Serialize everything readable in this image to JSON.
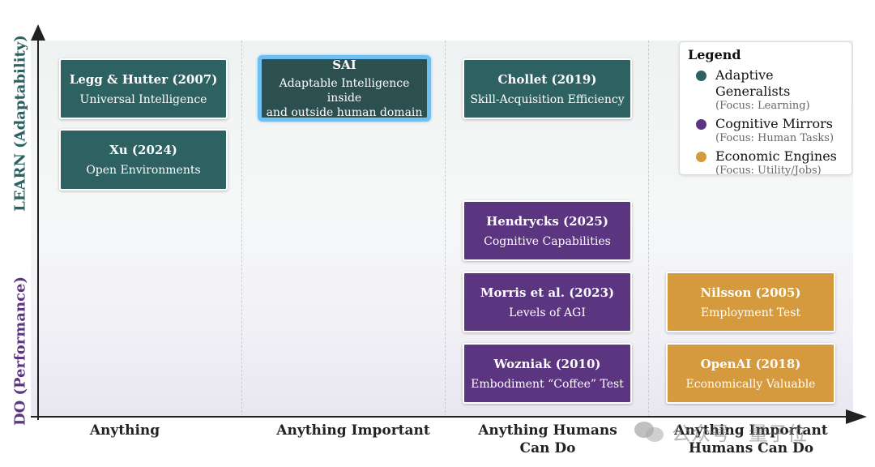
{
  "axes": {
    "y_top_label": "LEARN (Adaptability)",
    "y_bottom_label": "DO (Performance)",
    "y_top_color": "#2e6262",
    "y_bottom_color": "#5b3580",
    "x_categories": [
      {
        "line1": "Anything",
        "line2": ""
      },
      {
        "line1": "Anything Important",
        "line2": ""
      },
      {
        "line1": "Anything Humans",
        "line2": "Can Do"
      },
      {
        "line1": "Anything Important",
        "line2": "Humans Can Do"
      }
    ]
  },
  "boxes": [
    {
      "title": "Legg & Hutter (2007)",
      "subtitle": "Universal Intelligence",
      "category": "Adaptive Generalists",
      "column": "Anything",
      "row": "LEARN"
    },
    {
      "title": "Xu (2024)",
      "subtitle": "Open Environments",
      "category": "Adaptive Generalists",
      "column": "Anything",
      "row": "LEARN"
    },
    {
      "title": "SAI",
      "subtitle_line1": "Adaptable Intelligence inside",
      "subtitle_line2": "and outside human domain",
      "category": "Highlighted",
      "column": "Anything Important",
      "row": "LEARN"
    },
    {
      "title": "Chollet (2019)",
      "subtitle": "Skill-Acquisition Efficiency",
      "category": "Adaptive Generalists",
      "column": "Anything Humans Can Do",
      "row": "LEARN"
    },
    {
      "title": "Hendrycks (2025)",
      "subtitle": "Cognitive Capabilities",
      "category": "Cognitive Mirrors",
      "column": "Anything Humans Can Do",
      "row": "middle"
    },
    {
      "title": "Morris et al. (2023)",
      "subtitle": "Levels of AGI",
      "category": "Cognitive Mirrors",
      "column": "Anything Humans Can Do",
      "row": "DO"
    },
    {
      "title": "Wozniak (2010)",
      "subtitle": "Embodiment “Coffee” Test",
      "category": "Cognitive Mirrors",
      "column": "Anything Humans Can Do",
      "row": "DO"
    },
    {
      "title": "Nilsson (2005)",
      "subtitle": "Employment Test",
      "category": "Economic Engines",
      "column": "Anything Important Humans Can Do",
      "row": "DO"
    },
    {
      "title": "OpenAI (2018)",
      "subtitle": "Economically Valuable",
      "category": "Economic Engines",
      "column": "Anything Important Humans Can Do",
      "row": "DO"
    }
  ],
  "legend": {
    "title": "Legend",
    "entries": [
      {
        "name": "Adaptive Generalists",
        "focus": "(Focus: Learning)",
        "color": "#2e6262"
      },
      {
        "name": "Cognitive Mirrors",
        "focus": "(Focus: Human Tasks)",
        "color": "#5b3580"
      },
      {
        "name": "Economic Engines",
        "focus": "(Focus: Utility/Jobs)",
        "color": "#d49a3d"
      }
    ]
  },
  "colors": {
    "adaptive_generalists": "#2e6262",
    "cognitive_mirrors": "#5b3580",
    "economic_engines": "#d49a3d",
    "highlight_border": "#6ec0f2"
  },
  "watermark": {
    "text": "公众号 · 量子位",
    "icon": "wechat-icon"
  }
}
